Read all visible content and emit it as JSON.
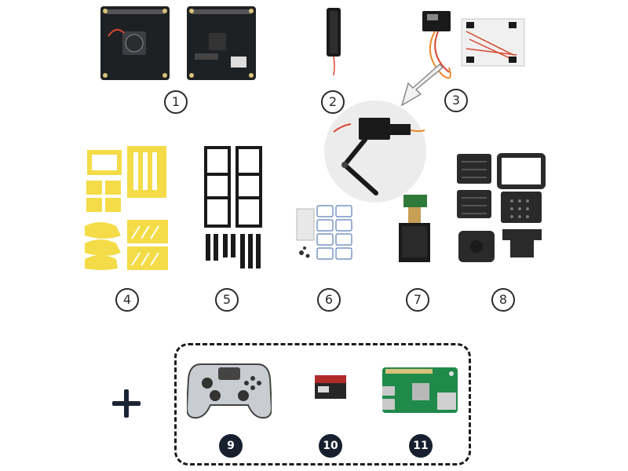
{
  "badges": [
    "1",
    "2",
    "3",
    "4",
    "5",
    "6",
    "7",
    "8",
    "9",
    "10",
    "11"
  ],
  "colors": {
    "pcb_dark": "#1e2124",
    "pcb_green": "#1f8a4a",
    "acrylic_yellow": "#f3dc47",
    "carbon_black": "#1a1a1a",
    "cable_red": "#d8462e",
    "cable_orange": "#e7882b",
    "badge_fill": "#16202e",
    "frame_line": "#1b1b1b"
  },
  "icons": {
    "plus": "plus-icon",
    "arrow": "arrow-down-left-icon"
  }
}
